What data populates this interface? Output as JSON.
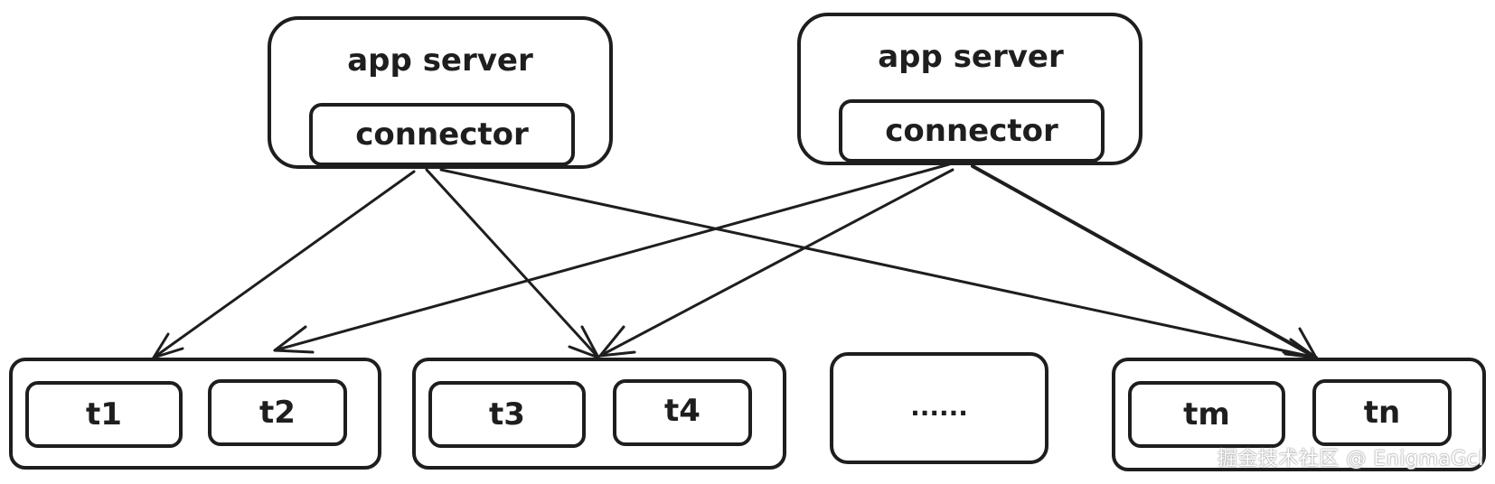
{
  "servers": [
    {
      "title": "app server",
      "connector": "connector"
    },
    {
      "title": "app server",
      "connector": "connector"
    }
  ],
  "groups": [
    {
      "items": [
        "t1",
        "t2"
      ]
    },
    {
      "items": [
        "t3",
        "t4"
      ]
    },
    {
      "items": [],
      "ellipsis": "......"
    },
    {
      "items": [
        "tm",
        "tn"
      ]
    }
  ],
  "watermark": "掘金技术社区 @ EnigmaGcl",
  "colors": {
    "stroke": "#1e1e1e",
    "background": "#ffffff"
  }
}
